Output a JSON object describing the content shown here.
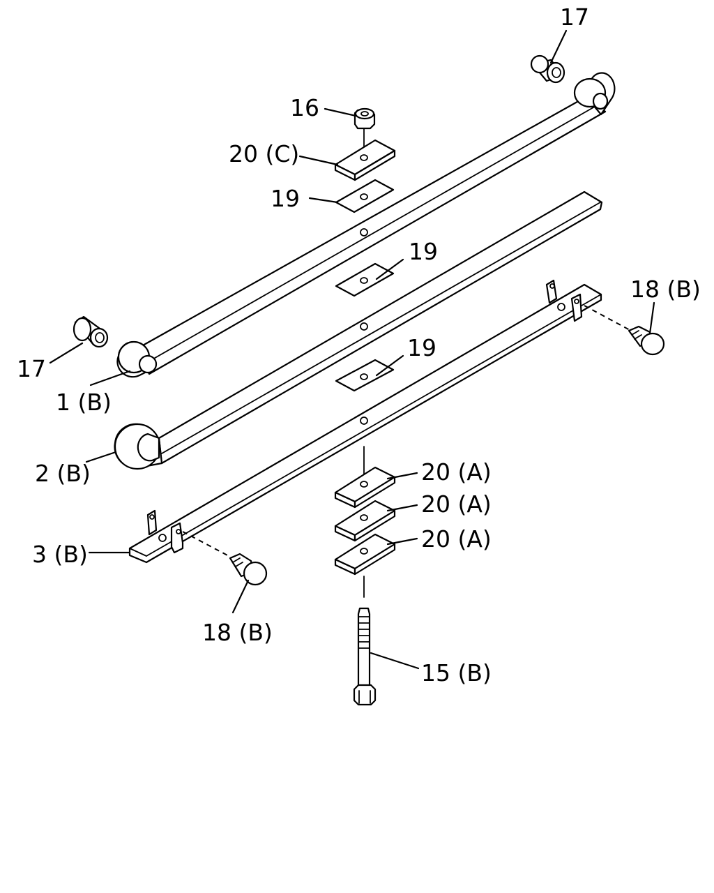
{
  "callouts": {
    "bushing_top": "17",
    "nut": "16",
    "plate_c": "20 (C)",
    "pad_top": "19",
    "pad_mid": "19",
    "pad_low": "19",
    "bushing_left": "17",
    "leaf_1": "1 (B)",
    "leaf_2": "2 (B)",
    "leaf_3": "3 (B)",
    "bolt_right": "18 (B)",
    "bolt_left": "18 (B)",
    "plate_a1": "20 (A)",
    "plate_a2": "20 (A)",
    "plate_a3": "20 (A)",
    "center_bolt": "15 (B)"
  }
}
